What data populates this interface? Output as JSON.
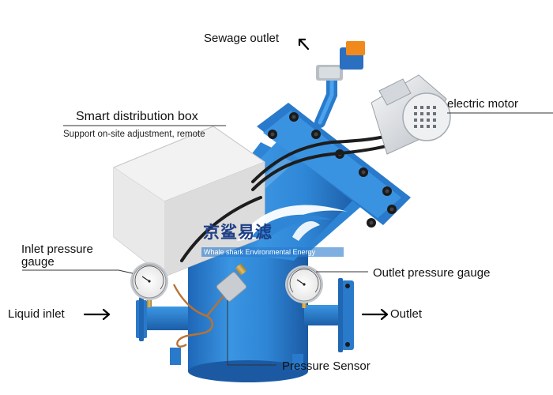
{
  "labels": {
    "sewage_outlet": "Sewage outlet",
    "smart_distribution_box": "Smart distribution box",
    "support_note": "Support on-site adjustment, remote",
    "electric_motor": "electric motor",
    "inlet_pressure_gauge_line1": "Inlet pressure",
    "inlet_pressure_gauge_line2": "gauge",
    "outlet_pressure_gauge": "Outlet pressure gauge",
    "liquid_inlet": "Liquid inlet",
    "outlet": "Outlet",
    "pressure_sensor": "Pressure Sensor"
  },
  "brand": {
    "chinese": "京鲨易滤",
    "english": "Whale shark Environmental Energy"
  },
  "colors": {
    "body_blue": "#2f86d6",
    "body_blue_dark": "#1d5fa8",
    "box_gray": "#e7e7e7",
    "motor_white": "#eef0f2",
    "brass": "#c8a24a",
    "valve_orange": "#f08a1c"
  }
}
